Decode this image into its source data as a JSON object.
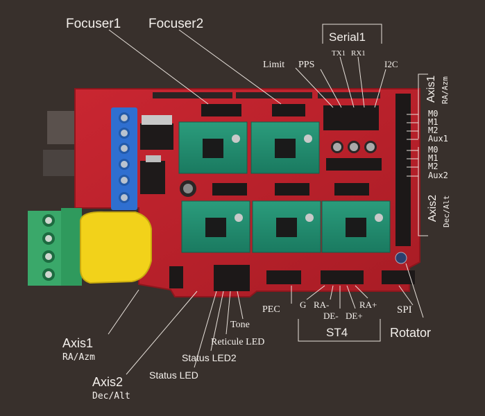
{
  "labels": {
    "focuser1": "Focuser1",
    "focuser2": "Focuser2",
    "serial1": "Serial1",
    "tx1": "TX1",
    "rx1": "RX1",
    "limit": "Limit",
    "pps": "PPS",
    "i2c": "I2C",
    "axis1_right": "Axis1",
    "axis1_right_sub": "RA/Azm",
    "m0_a": "M0",
    "m1_a": "M1",
    "m2_a": "M2",
    "aux1": "Aux1",
    "m0_b": "M0",
    "m1_b": "M1",
    "m2_b": "M2",
    "aux2": "Aux2",
    "axis2_right": "Axis2",
    "axis2_right_sub": "Dec/Alt",
    "pec": "PEC",
    "g": "G",
    "ra_minus": "RA-",
    "de_minus": "DE-",
    "de_plus": "DE+",
    "ra_plus": "RA+",
    "st4": "ST4",
    "spi": "SPI",
    "rotator": "Rotator",
    "tone": "Tone",
    "reticule_led": "Reticule LED",
    "status_led2": "Status LED2",
    "status_led": "Status LED",
    "axis1_left": "Axis1",
    "axis1_left_sub": "RA/Azm",
    "axis2_left": "Axis2",
    "axis2_left_sub": "Dec/Alt"
  },
  "colors": {
    "background": "#38302c",
    "board": "#c0222a",
    "driver_board": "#1f8a6e",
    "terminal_blue": "#2f6fd0",
    "terminal_green": "#3aa86a",
    "capacitor_yellow": "#f2d21a",
    "callout_line": "#e8e2dc"
  }
}
